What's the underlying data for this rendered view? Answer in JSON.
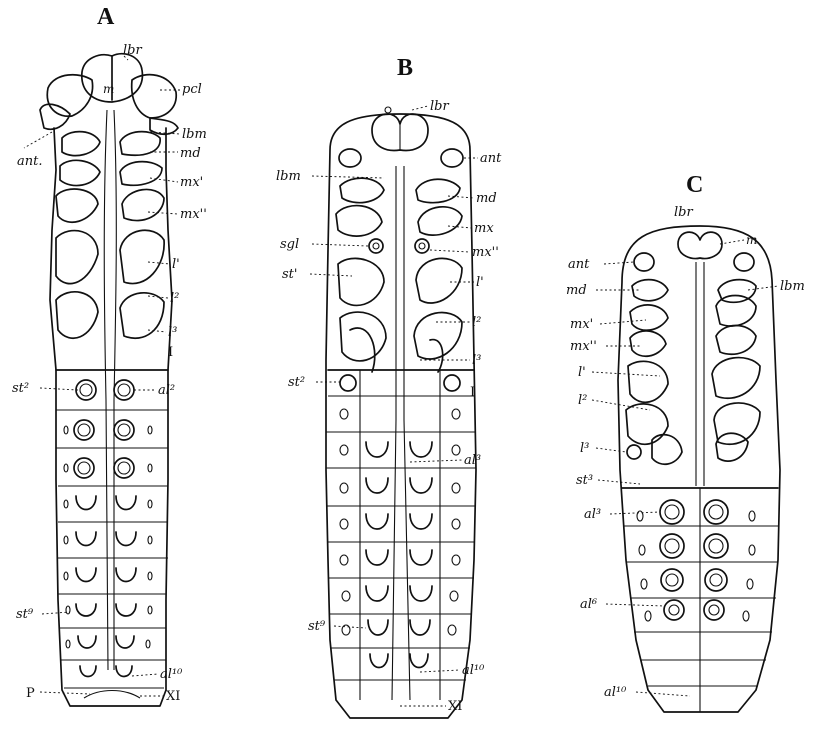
{
  "panels": [
    {
      "id": "A",
      "label": "A",
      "labels": {
        "lbr": "lbr",
        "m": "m",
        "pcl": "pcl",
        "lbm": "lbm",
        "ant": "ant.",
        "md": "md",
        "mx1": "mx'",
        "mx2": "mx''",
        "l1": "l'",
        "l2": "l²",
        "l3": "l³",
        "I": "I",
        "st2": "st²",
        "al2": "al²",
        "st9": "st⁹",
        "al10": "al¹⁰",
        "P": "P",
        "XI": "XI"
      }
    },
    {
      "id": "B",
      "label": "B",
      "labels": {
        "lbr": "lbr",
        "ant": "ant",
        "lbm": "lbm",
        "md": "md",
        "mx": "mx",
        "sgl": "sgl",
        "mx2": "mx''",
        "st1": "st'",
        "l1": "l'",
        "l2": "l²",
        "l3": "l³",
        "st2": "st²",
        "I": "I",
        "al3": "al³",
        "st9": "st⁹",
        "al10": "al¹⁰",
        "XI": "XI"
      }
    },
    {
      "id": "C",
      "label": "C",
      "labels": {
        "lbr": "lbr",
        "m": "m",
        "ant": "ant",
        "md": "md",
        "lbm": "lbm",
        "mx1": "mx'",
        "mx2": "mx''",
        "l1": "l'",
        "l2": "l²",
        "l3": "l³",
        "st3": "st³",
        "al3": "al³",
        "al6": "al⁶",
        "al10": "al¹⁰"
      }
    }
  ]
}
